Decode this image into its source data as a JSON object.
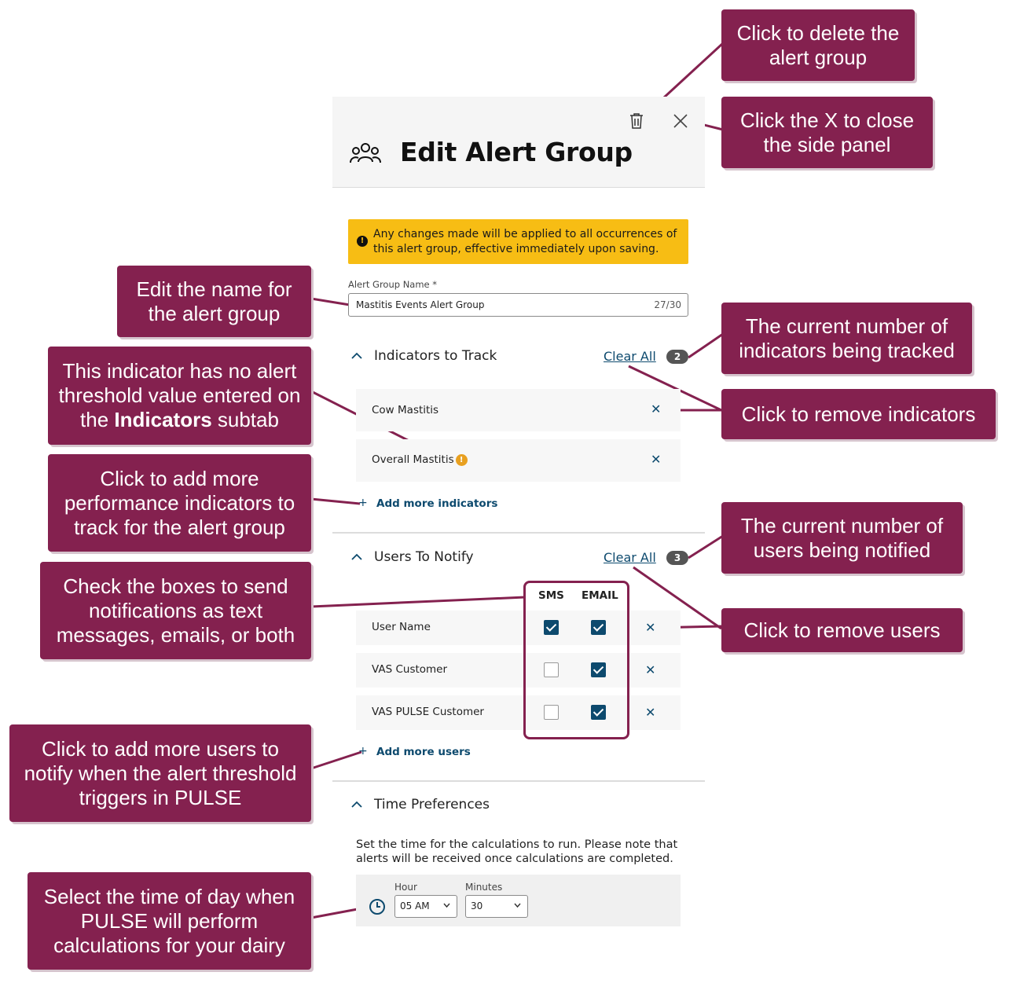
{
  "panel": {
    "title": "Edit Alert Group",
    "warning": "Any changes made will be applied to all occurrences of this alert group, effective immediately upon saving.",
    "name_field": {
      "label": "Alert Group Name *",
      "value": "Mastitis Events Alert Group",
      "counter": "27/30"
    },
    "indicators": {
      "title": "Indicators to Track",
      "clear_all": "Clear All",
      "count": "2",
      "items": [
        {
          "label": "Cow Mastitis",
          "has_warning": false
        },
        {
          "label": "Overall Mastitis",
          "has_warning": true
        }
      ],
      "add_label": "Add more indicators"
    },
    "users": {
      "title": "Users To Notify",
      "clear_all": "Clear All",
      "count": "3",
      "col_sms": "SMS",
      "col_email": "EMAIL",
      "items": [
        {
          "label": "User Name",
          "sms": true,
          "email": true
        },
        {
          "label": "VAS Customer",
          "sms": false,
          "email": true
        },
        {
          "label": "VAS PULSE Customer",
          "sms": false,
          "email": true
        }
      ],
      "add_label": "Add more users"
    },
    "time": {
      "title": "Time Preferences",
      "description": "Set the time for the calculations to run. Please note that alerts will be received once calculations are completed.",
      "hour_label": "Hour",
      "hour_value": "05 AM",
      "minutes_label": "Minutes",
      "minutes_value": "30"
    }
  },
  "callouts": {
    "delete": "Click to delete the alert group",
    "close": "Click the X to close the side panel",
    "edit_name": "Edit the name for the alert group",
    "indicator_count": "The current number of indicators being tracked",
    "remove_indicators": "Click to remove indicators",
    "no_threshold_pre": "This indicator has no alert threshold value entered on the ",
    "no_threshold_bold": "Indicators",
    "no_threshold_post": " subtab",
    "add_indicators": "Click to add more performance indicators to track for the alert group",
    "user_count": "The current number of users being notified",
    "check_boxes": "Check the boxes to send notifications as text messages, emails, or both",
    "remove_users": "Click to remove users",
    "add_users": "Click to add more users to notify when the alert threshold triggers in PULSE",
    "time_of_day": "Select the time of day when PULSE will perform calculations for your dairy"
  },
  "colors": {
    "callout": "#84214f",
    "warning": "#f7bd14",
    "link": "#0d4a6e",
    "checkbox": "#0d4a6e"
  },
  "icons": [
    "trash-icon",
    "close-icon",
    "group-icon",
    "warning-icon",
    "chevron-up-icon",
    "remove-icon",
    "plus-icon",
    "clock-icon",
    "chevron-down-icon"
  ]
}
